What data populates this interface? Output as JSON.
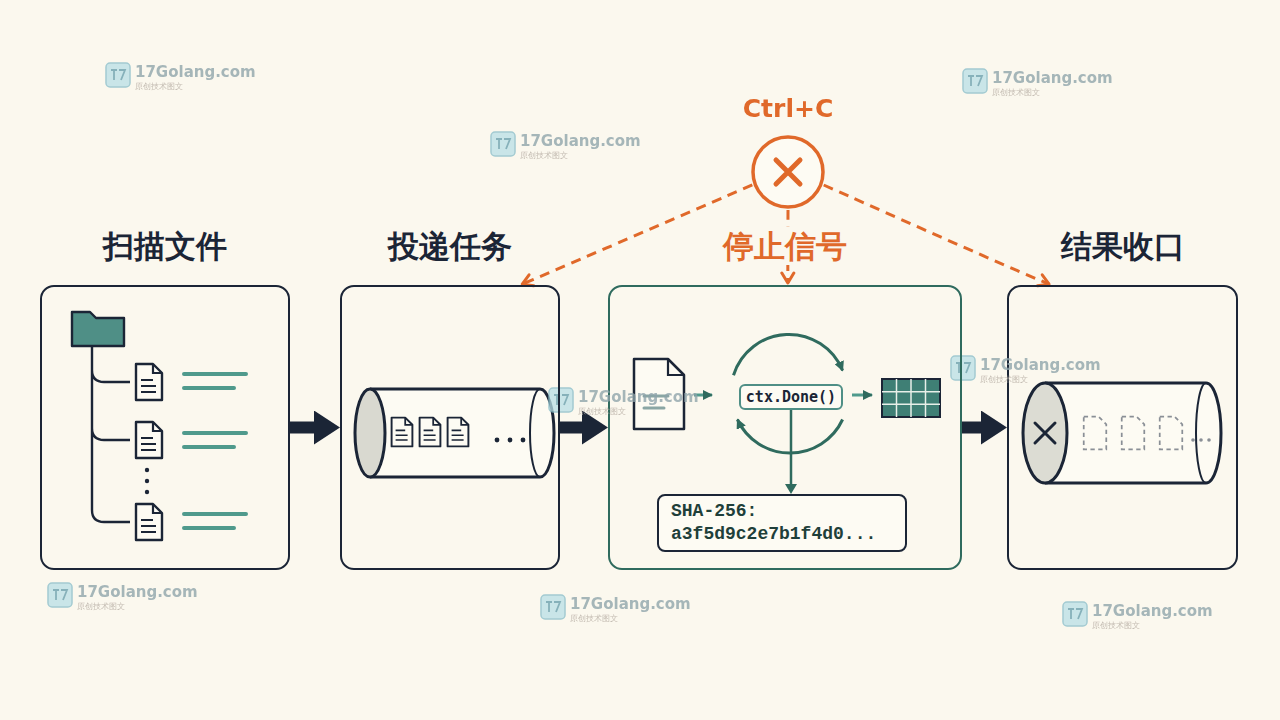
{
  "diagram": {
    "nodes": [
      {
        "text": [
          "Ctrl+C"
        ]
      },
      {
        "text": [
          "扫描文件"
        ]
      },
      {
        "text": [
          "投递任务"
        ]
      },
      {
        "text": [
          "停止信号"
        ]
      },
      {
        "text": [
          "ctx.Done()"
        ],
        "in": 3
      },
      {
        "text": [
          "SHA-256: a3f5d9c2e7b1f4d0..."
        ],
        "in": 3
      },
      {
        "text": [
          "结果收口"
        ]
      }
    ],
    "edges": [
      {
        "from": 1,
        "to": 2,
        "arrow": "to"
      },
      {
        "from": 2,
        "to": 3,
        "arrow": "to"
      },
      {
        "from": 3,
        "to": 6,
        "arrow": "to"
      },
      {
        "from": 4,
        "to": 5,
        "arrow": "to"
      },
      {
        "from": 0,
        "to": 2,
        "arrow": "to"
      },
      {
        "from": 0,
        "to": 3,
        "arrow": "to"
      },
      {
        "from": 0,
        "to": 6,
        "arrow": "to"
      }
    ],
    "labels": [
      "17Golang.com",
      "原创技术图文",
      "17Golang.com",
      "原创技术图文",
      "17Golang.com",
      "原创技术图文",
      "17Golang.com",
      "原创技术图文",
      "17Golang.com",
      "原创技术图文",
      "17Golang.com",
      "原创技术图文",
      "17Golang.com",
      "原创技术图文",
      "17Golang.com",
      "原创技术图文"
    ]
  }
}
